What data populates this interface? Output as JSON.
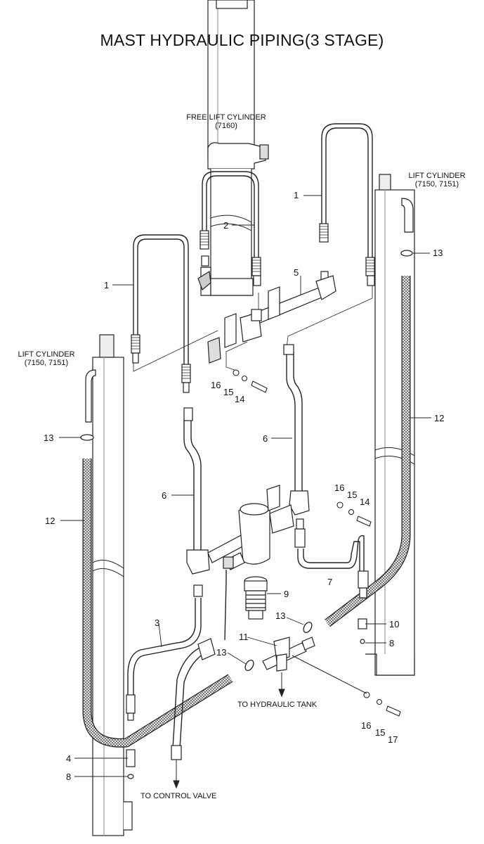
{
  "title": "MAST HYDRAULIC PIPING(3 STAGE)",
  "components": {
    "free_lift_cylinder": {
      "name": "FREE LIFT CYLINDER",
      "code": "(7160)"
    },
    "lift_cylinder_right": {
      "name": "LIFT CYLINDER",
      "code": "(7150, 7151)"
    },
    "lift_cylinder_left": {
      "name": "LIFT CYLINDER",
      "code": "(7150, 7151)"
    }
  },
  "destinations": {
    "tank": "TO HYDRAULIC TANK",
    "valve": "TO CONTROL VALVE"
  },
  "callouts": [
    {
      "id": "c1a",
      "label": "1"
    },
    {
      "id": "c1b",
      "label": "1"
    },
    {
      "id": "c2",
      "label": "2"
    },
    {
      "id": "c5",
      "label": "5"
    },
    {
      "id": "c13a",
      "label": "13"
    },
    {
      "id": "c16a",
      "label": "16"
    },
    {
      "id": "c15a",
      "label": "15"
    },
    {
      "id": "c14a",
      "label": "14"
    },
    {
      "id": "c13b",
      "label": "13"
    },
    {
      "id": "c12a",
      "label": "12"
    },
    {
      "id": "c6a",
      "label": "6"
    },
    {
      "id": "c12b",
      "label": "12"
    },
    {
      "id": "c6b",
      "label": "6"
    },
    {
      "id": "c16b",
      "label": "16"
    },
    {
      "id": "c15b",
      "label": "15"
    },
    {
      "id": "c14b",
      "label": "14"
    },
    {
      "id": "c7",
      "label": "7"
    },
    {
      "id": "c9",
      "label": "9"
    },
    {
      "id": "c3",
      "label": "3"
    },
    {
      "id": "c13c",
      "label": "13"
    },
    {
      "id": "c10",
      "label": "10"
    },
    {
      "id": "c11",
      "label": "11"
    },
    {
      "id": "c8a",
      "label": "8"
    },
    {
      "id": "c13d",
      "label": "13"
    },
    {
      "id": "c16c",
      "label": "16"
    },
    {
      "id": "c15c",
      "label": "15"
    },
    {
      "id": "c17",
      "label": "17"
    },
    {
      "id": "c4",
      "label": "4"
    },
    {
      "id": "c8b",
      "label": "8"
    }
  ]
}
